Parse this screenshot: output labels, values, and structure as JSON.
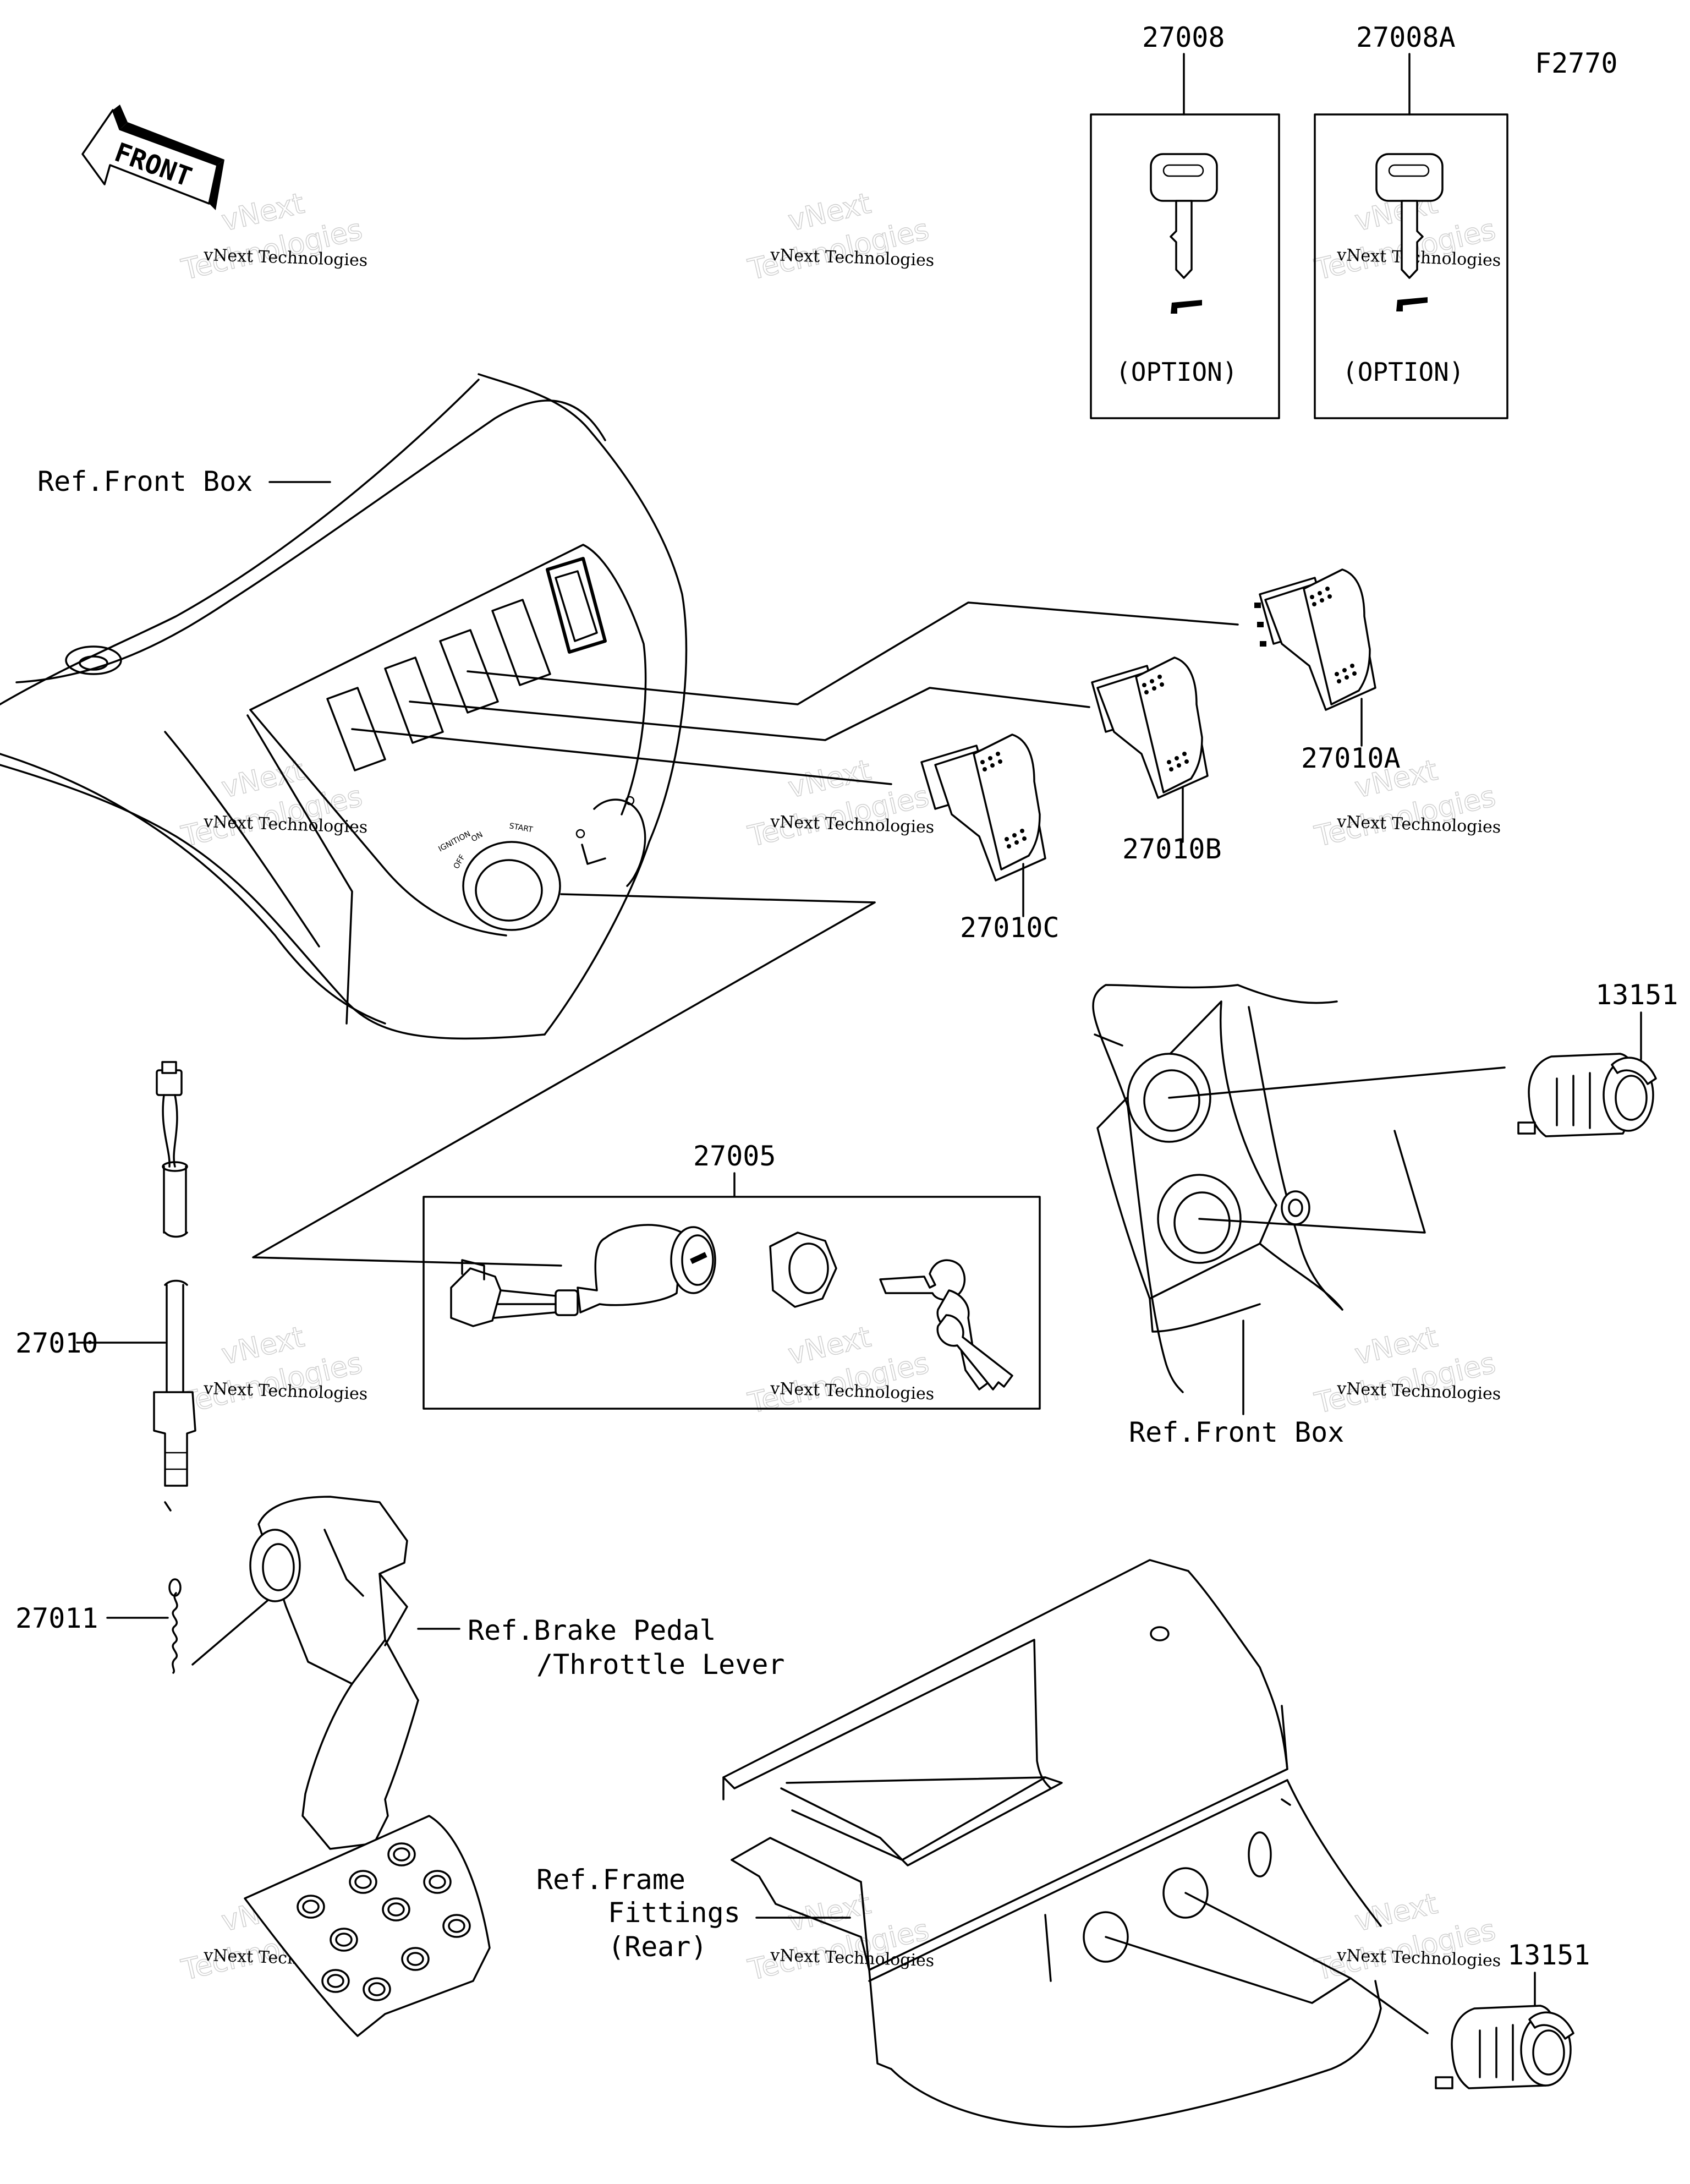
{
  "figure_id": "F2770",
  "front_arrow_label": "FRONT",
  "watermark": {
    "line1": "vNext Technologies",
    "line2": "Technologies",
    "line3": "vNext"
  },
  "part_numbers": {
    "key_a": "27008",
    "key_b": "27008A",
    "option_a": "(OPTION)",
    "option_b": "(OPTION)",
    "switch_a": "27010A",
    "switch_b": "27010B",
    "switch_c": "27010C",
    "socket_top": "13151",
    "socket_bottom": "13151",
    "ignition_switch": "27005",
    "brake_switch": "27010",
    "spring": "27011"
  },
  "references": {
    "front_box_top": "Ref.Front Box",
    "front_box_right": "Ref.Front Box",
    "brake_pedal_line1": "Ref.Brake Pedal",
    "brake_pedal_line2": "/Throttle Lever",
    "frame_line1": "Ref.Frame",
    "frame_line2": "Fittings",
    "frame_line3": "(Rear)"
  },
  "ignition_panel_text": {
    "a": "IGNITION",
    "b": "OFF",
    "c": "ON",
    "d": "START"
  }
}
